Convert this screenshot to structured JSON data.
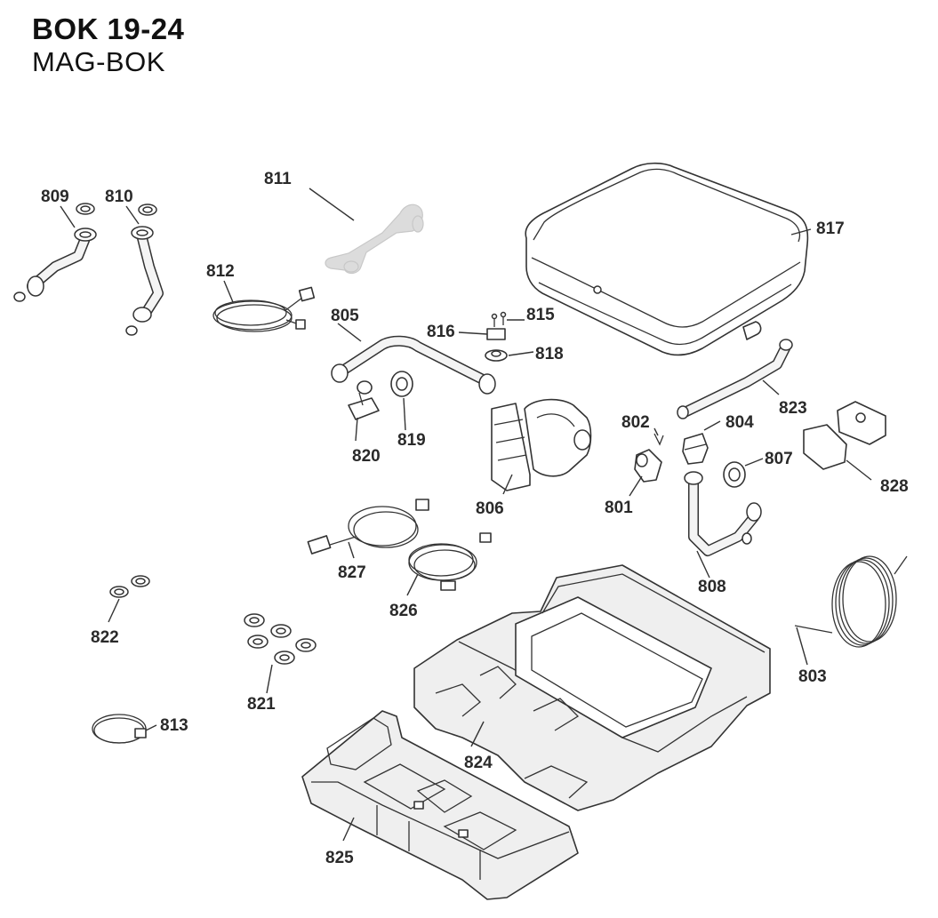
{
  "header": {
    "title": "BOK 19-24",
    "subtitle": "MAG-BOK"
  },
  "labels": {
    "p801": "801",
    "p802": "802",
    "p803": "803",
    "p804": "804",
    "p805": "805",
    "p806": "806",
    "p807": "807",
    "p808": "808",
    "p809": "809",
    "p810": "810",
    "p811": "811",
    "p812": "812",
    "p813": "813",
    "p815": "815",
    "p816": "816",
    "p817": "817",
    "p818": "818",
    "p819": "819",
    "p820": "820",
    "p821": "821",
    "p822": "822",
    "p823": "823",
    "p824": "824",
    "p825": "825",
    "p826": "826",
    "p827": "827",
    "p828": "828"
  },
  "colors": {
    "line": "#333333",
    "ghost_part": "#dcdcdc",
    "background": "#ffffff"
  }
}
